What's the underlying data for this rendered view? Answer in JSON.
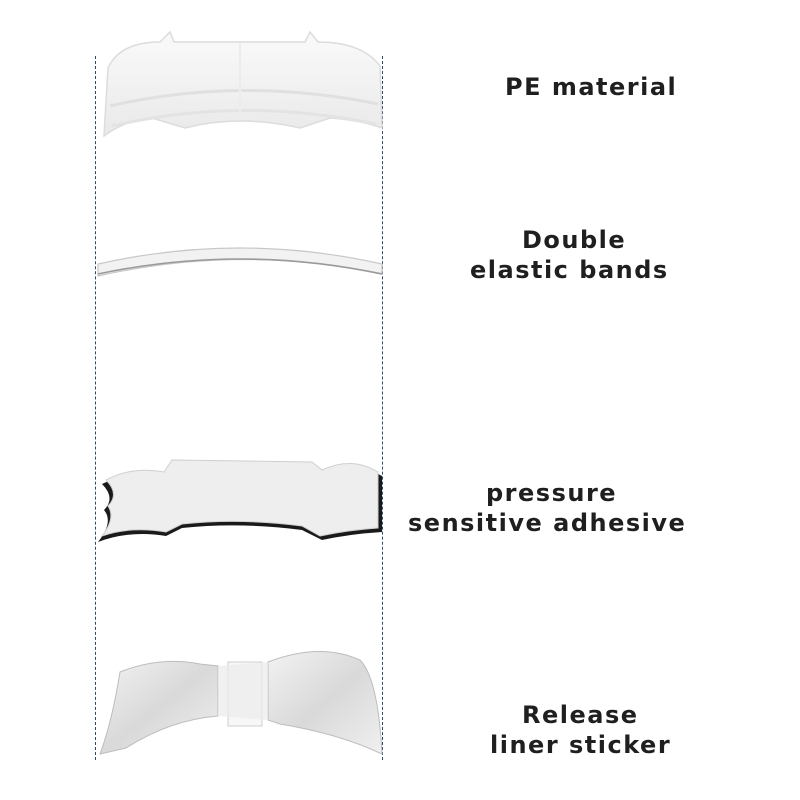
{
  "layers": [
    {
      "id": "pe",
      "lines": [
        "PE material"
      ]
    },
    {
      "id": "bands",
      "lines": [
        "Double",
        "elastic bands"
      ]
    },
    {
      "id": "adhesive",
      "lines": [
        "pressure",
        "sensitive adhesive"
      ]
    },
    {
      "id": "liner",
      "lines": [
        "Release",
        "liner sticker"
      ]
    }
  ],
  "colors": {
    "guide_line": "#2d4a6b",
    "label_text": "#1f1f1f",
    "pe_fill": "#f4f4f4",
    "adhesive_edge": "#1a1a1a",
    "liner_fill": "#e6e6e6"
  }
}
